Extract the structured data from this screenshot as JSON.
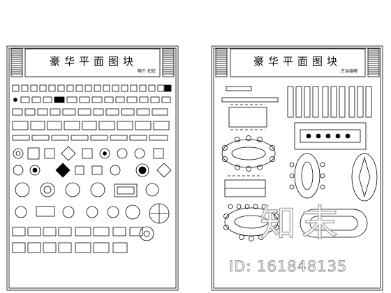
{
  "sheets": [
    {
      "title": "豪华平面图块",
      "subtitle": "嘀个 扣宏"
    },
    {
      "title": "豪华平面图块",
      "subtitle": "方运插嘀"
    }
  ],
  "watermark": {
    "text": "知末",
    "id": "ID: 161848135"
  },
  "colors": {
    "line": "#000000",
    "background": "#ffffff",
    "watermark_stroke": "#9a9a9a"
  }
}
